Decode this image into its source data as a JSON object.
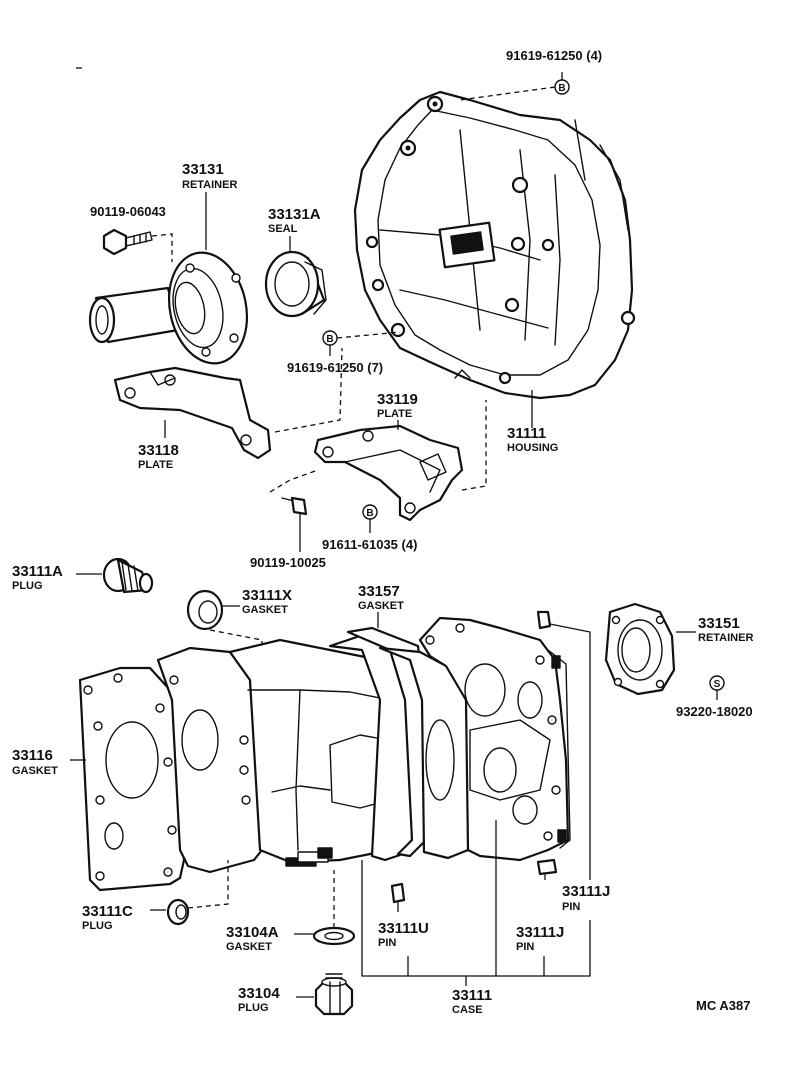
{
  "labels": {
    "housing_bolt": "91619-61250 (4)",
    "retainer_num": "33131",
    "retainer_name": "RETAINER",
    "bolt_a": "90119-06043",
    "seal_num": "33131A",
    "seal_name": "SEAL",
    "bolt_b": "91619-61250 (7)",
    "plate1_num": "33118",
    "plate1_name": "PLATE",
    "plate2_num": "33119",
    "plate2_name": "PLATE",
    "housing_num": "31111",
    "housing_name": "HOUSING",
    "bolt_c": "90119-10025",
    "bolt_d": "91611-61035 (4)",
    "plug_a_num": "33111A",
    "plug_a_name": "PLUG",
    "gasket_x_num": "33111X",
    "gasket_x_name": "GASKET",
    "gasket_157_num": "33157",
    "gasket_157_name": "GASKET",
    "retainer2_num": "33151",
    "retainer2_name": "RETAINER",
    "seal2": "93220-18020",
    "gasket116_num": "33116",
    "gasket116_name": "GASKET",
    "pin_j1_num": "33111J",
    "pin_j1_name": "PIN",
    "plug_c_num": "33111C",
    "plug_c_name": "PLUG",
    "gasket104a_num": "33104A",
    "gasket104a_name": "GASKET",
    "pin_u_num": "33111U",
    "pin_u_name": "PIN",
    "pin_j2_num": "33111J",
    "pin_j2_name": "PIN",
    "plug104_num": "33104",
    "plug104_name": "PLUG",
    "case_num": "33111",
    "case_name": "CASE",
    "code": "MC A387",
    "marker_b1": "B",
    "marker_b2": "B",
    "marker_b3": "B",
    "marker_s": "S"
  }
}
